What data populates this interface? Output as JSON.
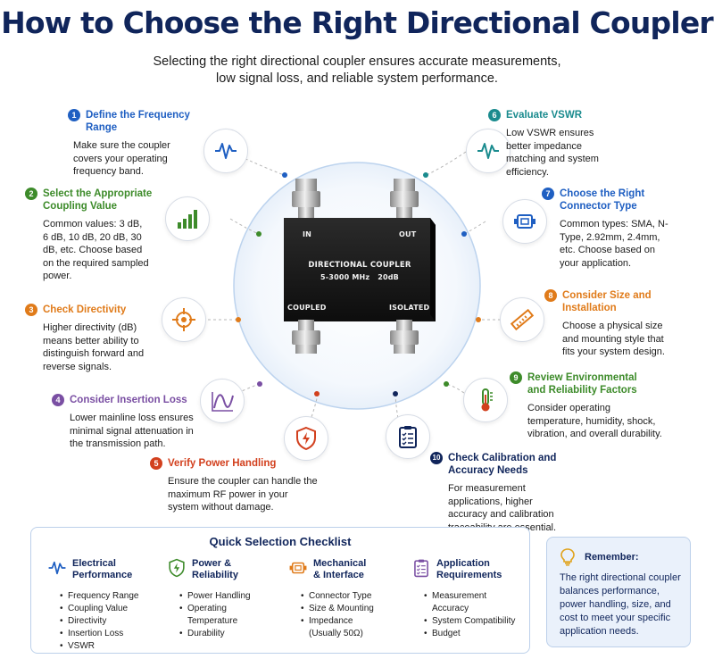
{
  "header": {
    "title": "How to Choose the Right Directional Coupler",
    "subtitle_line1": "Selecting the right directional coupler ensures accurate measurements,",
    "subtitle_line2": "low signal loss, and reliable system performance."
  },
  "device": {
    "in": "IN",
    "out": "OUT",
    "name": "DIRECTIONAL COUPLER",
    "spec": "5-3000 MHz   20dB",
    "coupled": "COUPLED",
    "isolated": "ISOLATED"
  },
  "colors": {
    "blue": "#1f5fc2",
    "green": "#3d8b2a",
    "orange": "#e07b1a",
    "purple": "#7a4fa3",
    "red": "#d2401e",
    "teal": "#1a8b8e",
    "navy": "#10255b"
  },
  "steps": [
    {
      "num": "1",
      "title": "Define the Frequency Range",
      "desc": "Make sure the coupler covers your operating frequency band.",
      "icon": "waveform-icon"
    },
    {
      "num": "2",
      "title": "Select the Appropriate Coupling Value",
      "desc": "Common values: 3 dB, 6 dB, 10 dB, 20 dB, 30 dB, etc. Choose based on the required sampled power.",
      "icon": "signal-bars-icon"
    },
    {
      "num": "3",
      "title": "Check Directivity",
      "desc": "Higher directivity (dB) means better ability to distinguish forward and reverse signals.",
      "icon": "crosshair-icon"
    },
    {
      "num": "4",
      "title": "Consider Insertion Loss",
      "desc": "Lower mainline loss ensures minimal signal attenuation in the transmission path.",
      "icon": "curve-chart-icon"
    },
    {
      "num": "5",
      "title": "Verify Power Handling",
      "desc": "Ensure the coupler can handle the maximum RF power in your system without damage.",
      "icon": "power-shield-icon"
    },
    {
      "num": "6",
      "title": "Evaluate VSWR",
      "desc": "Low VSWR ensures better impedance matching and system efficiency.",
      "icon": "vswr-wave-icon"
    },
    {
      "num": "7",
      "title": "Choose the Right Connector Type",
      "desc": "Common types: SMA, N-Type, 2.92mm, 2.4mm, etc. Choose based on your application.",
      "icon": "connector-icon"
    },
    {
      "num": "8",
      "title": "Consider Size and Installation",
      "desc": "Choose a physical size and mounting style that fits your system design.",
      "icon": "ruler-icon"
    },
    {
      "num": "9",
      "title": "Review Environmental and Reliability Factors",
      "desc": "Consider operating temperature, humidity, shock, vibration, and overall durability.",
      "icon": "thermometer-icon"
    },
    {
      "num": "10",
      "title": "Check Calibration and Accuracy Needs",
      "desc": "For measurement applications, higher accuracy and calibration traceability are essential.",
      "icon": "clipboard-icon"
    }
  ],
  "checklist": {
    "title": "Quick Selection Checklist",
    "columns": [
      {
        "title_line1": "Electrical",
        "title_line2": "Performance",
        "icon": "waveform-icon",
        "items": [
          "Frequency Range",
          "Coupling Value",
          "Directivity",
          "Insertion Loss",
          "VSWR"
        ]
      },
      {
        "title_line1": "Power &",
        "title_line2": "Reliability",
        "icon": "power-shield-icon",
        "items": [
          "Power Handling",
          "Operating Temperature",
          "Durability"
        ]
      },
      {
        "title_line1": "Mechanical",
        "title_line2": "& Interface",
        "icon": "connector-icon",
        "items": [
          "Connector Type",
          "Size & Mounting",
          "Impedance (Usually 50Ω)"
        ]
      },
      {
        "title_line1": "Application",
        "title_line2": "Requirements",
        "icon": "clipboard-icon",
        "items": [
          "Measurement Accuracy",
          "System Compatibility",
          "Budget"
        ]
      }
    ]
  },
  "remember": {
    "title": "Remember:",
    "text": "The right directional coupler balances performance, power handling, size, and cost to meet your specific application needs.",
    "icon": "lightbulb-icon"
  }
}
